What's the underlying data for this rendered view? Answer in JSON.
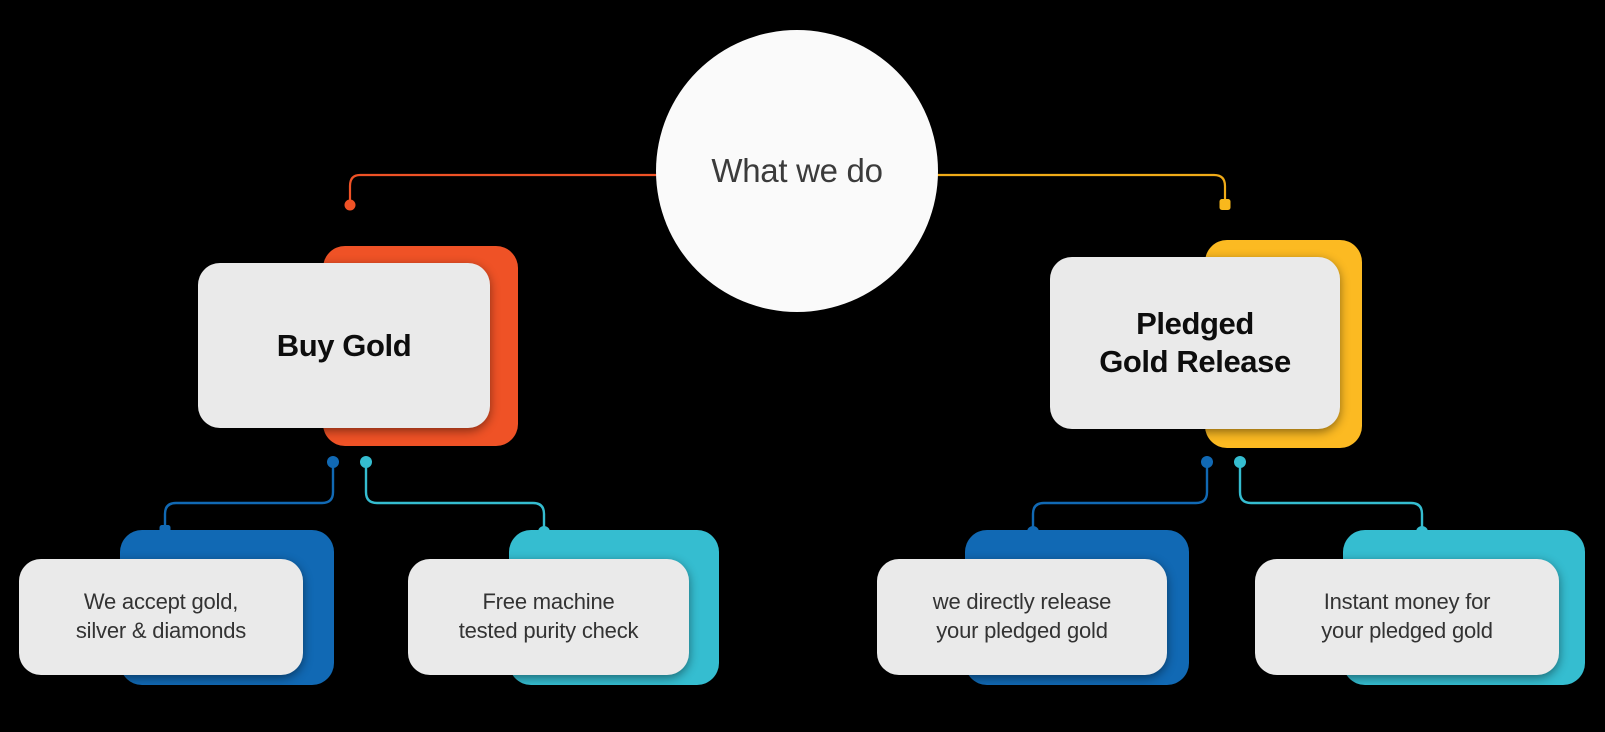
{
  "diagram": {
    "title": "What we do",
    "background_color": "#000000",
    "root": {
      "label": "What we do",
      "shape": "circle",
      "fill": "#fafafa",
      "text_color": "#3b3b3b"
    },
    "level1": [
      {
        "id": "buy-gold",
        "label": "Buy Gold",
        "accent_color": "#ef5226",
        "card_color": "#eaeaea",
        "text_color": "#0d0d0d"
      },
      {
        "id": "pledged-gold-release",
        "label": "Pledged\nGold Release",
        "accent_color": "#fcba22",
        "card_color": "#eaeaea",
        "text_color": "#0d0d0d"
      }
    ],
    "level2": [
      {
        "id": "accept-metals",
        "label": "We accept gold,\nsilver & diamonds",
        "accent_color": "#1169b4",
        "card_color": "#eaeaea",
        "text_color": "#333333",
        "parent": "buy-gold"
      },
      {
        "id": "purity-check",
        "label": "Free machine\ntested purity check",
        "accent_color": "#35bdd0",
        "card_color": "#eaeaea",
        "text_color": "#333333",
        "parent": "buy-gold"
      },
      {
        "id": "direct-release",
        "label": "we directly release\nyour pledged gold",
        "accent_color": "#1169b4",
        "card_color": "#eaeaea",
        "text_color": "#333333",
        "parent": "pledged-gold-release"
      },
      {
        "id": "instant-money",
        "label": "Instant money for\nyour pledged gold",
        "accent_color": "#35bdd0",
        "card_color": "#eaeaea",
        "text_color": "#333333",
        "parent": "pledged-gold-release"
      }
    ],
    "connectors": [
      {
        "id": "root-to-buy-gold",
        "color": "#ef5226"
      },
      {
        "id": "root-to-pledged-gold-release",
        "color": "#f0ab18"
      },
      {
        "id": "buy-gold-to-accept-metals",
        "color": "#1169b4"
      },
      {
        "id": "buy-gold-to-purity-check",
        "color": "#35bdd0"
      },
      {
        "id": "pledged-to-direct-release",
        "color": "#1169b4"
      },
      {
        "id": "pledged-to-instant-money",
        "color": "#35bdd0"
      }
    ]
  }
}
